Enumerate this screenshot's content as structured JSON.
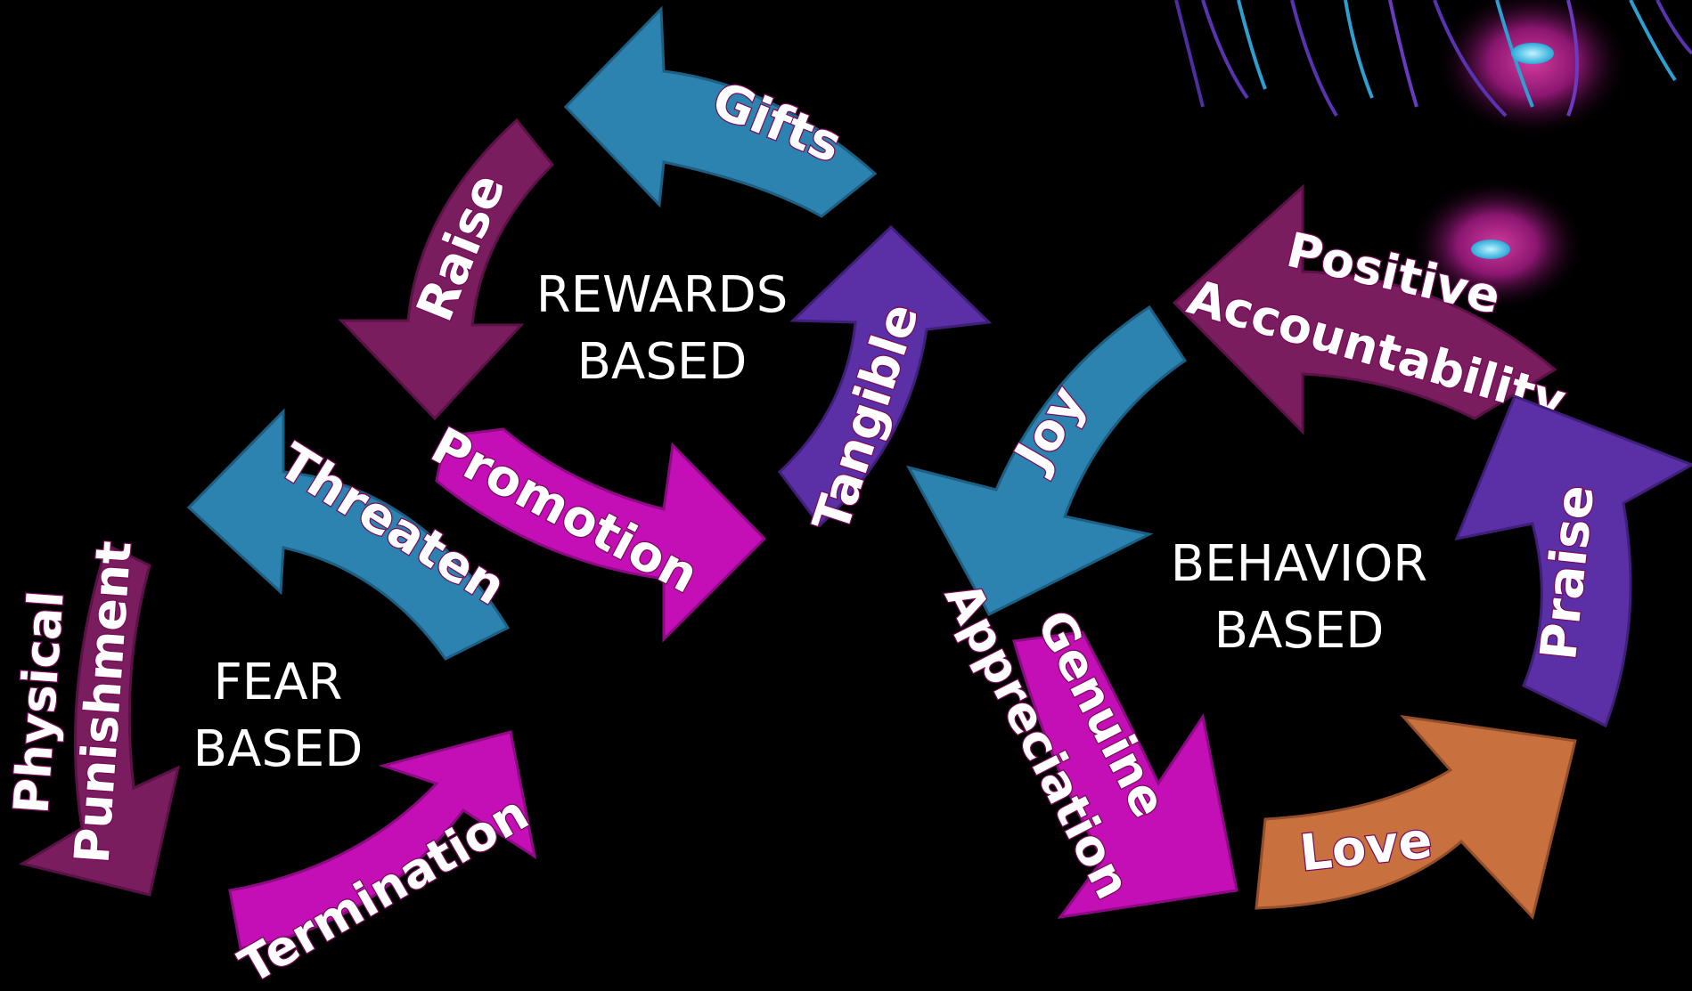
{
  "cycles": {
    "rewards": {
      "center_line1": "REWARDS",
      "center_line2": "BASED",
      "arrows": {
        "gifts": "Gifts",
        "raise": "Raise",
        "tangible": "Tangible",
        "promotion": "Promotion"
      }
    },
    "fear": {
      "center_line1": "FEAR",
      "center_line2": "BASED",
      "arrows": {
        "threaten": "Threaten",
        "physical_line1": "Physical",
        "physical_line2": "Punishment",
        "termination": "Termination"
      }
    },
    "behavior": {
      "center_line1": "BEHAVIOR",
      "center_line2": "BASED",
      "arrows": {
        "positive_line1": "Positive",
        "positive_line2": "Accountability",
        "joy": "Joy",
        "praise": "Praise",
        "genuine_line1": "Genuine",
        "genuine_line2": "Appreciation",
        "love": "Love"
      }
    }
  },
  "colors": {
    "background": "#000000",
    "teal": "#2c83b0",
    "plum": "#7a1d5e",
    "violet": "#5b2fa6",
    "magenta": "#c40fb6",
    "copper": "#c9703f",
    "label_outline": "#7a0a5a"
  },
  "decorations": [
    "jellyfish-tentacles",
    "glowing-orb"
  ]
}
